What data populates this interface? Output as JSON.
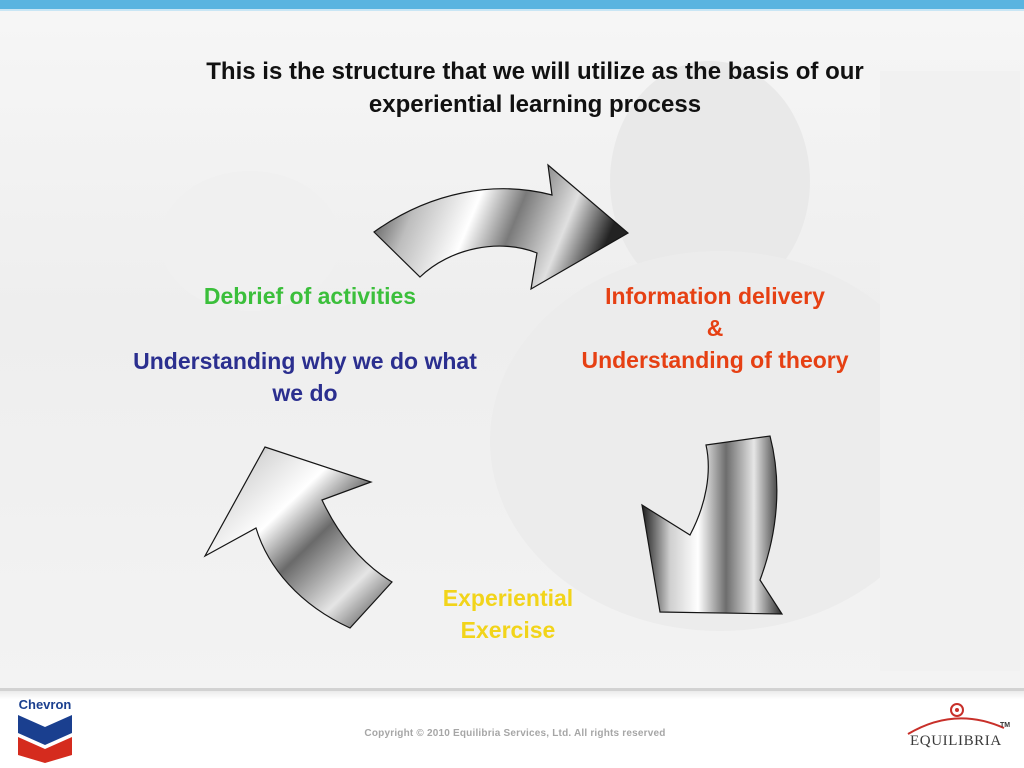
{
  "slide": {
    "title": "This is the structure that we will utilize as the basis of our experiential learning process"
  },
  "cycle": {
    "debrief": "Debrief of activities",
    "understanding_why": "Understanding why we do what we do",
    "info_delivery": "Information delivery",
    "ampersand": "&",
    "understanding_theory": "Understanding of theory",
    "experiential_exercise": "Experiential Exercise"
  },
  "footer": {
    "copyright": "Copyright © 2010 Equilibria Services, Ltd. All rights reserved"
  },
  "logos": {
    "chevron": "Chevron",
    "equilibria": "EQUILIBRIA",
    "trademark": "TM"
  },
  "colors": {
    "green": "#3bbf3b",
    "navy": "#2b2f8f",
    "orange_red": "#e64013",
    "yellow": "#f2d41a",
    "top_bar": "#5ab4e0",
    "chevron_blue": "#1a3f8f",
    "chevron_red": "#d52b1e",
    "equilibria_red": "#c8302a"
  }
}
